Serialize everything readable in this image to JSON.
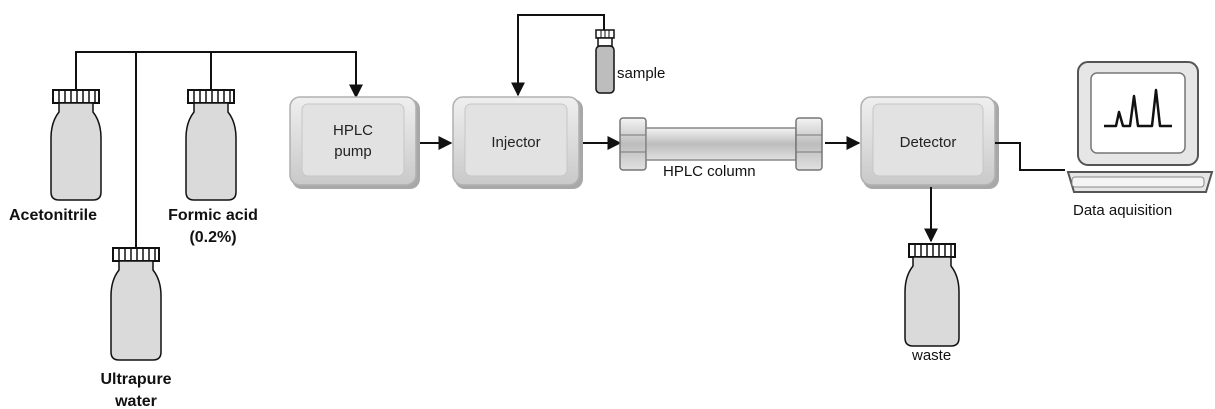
{
  "reagents": {
    "acetonitrile": "Acetonitrile",
    "formic_acid_line1": "Formic acid",
    "formic_acid_line2": "(0.2%)",
    "water_line1": "Ultrapure",
    "water_line2": "water"
  },
  "components": {
    "pump_line1": "HPLC",
    "pump_line2": "pump",
    "injector": "Injector",
    "sample": "sample",
    "column": "HPLC column",
    "detector": "Detector",
    "waste": "waste",
    "data_acquisition": "Data aquisition"
  },
  "colors": {
    "line": "#111111",
    "box_fill": "#d9d9d9",
    "bottle_fill": "#dadada",
    "monitor_fill": "#e6e6e6"
  }
}
